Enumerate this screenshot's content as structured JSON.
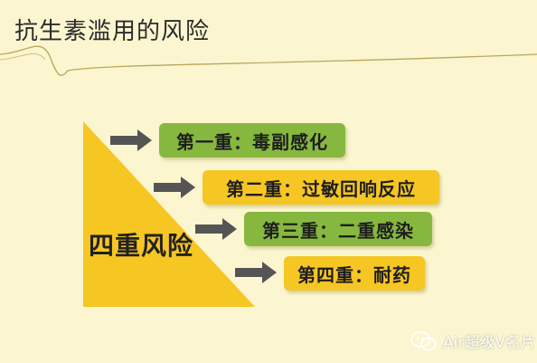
{
  "title": "抗生素滥用的风险",
  "diagram": {
    "triangle_label": "四重风险",
    "triangle_color": "#f6c623",
    "arrow_color": "#555555",
    "levels": [
      {
        "label": "第一重：毒副感化",
        "color": "green"
      },
      {
        "label": "第二重：过敏回响反应",
        "color": "yellow"
      },
      {
        "label": "第三重：二重感染",
        "color": "green"
      },
      {
        "label": "第四重：耐药",
        "color": "yellow"
      }
    ]
  },
  "watermark": {
    "text": "Air超级V名片",
    "icon": "wechat-icon"
  }
}
